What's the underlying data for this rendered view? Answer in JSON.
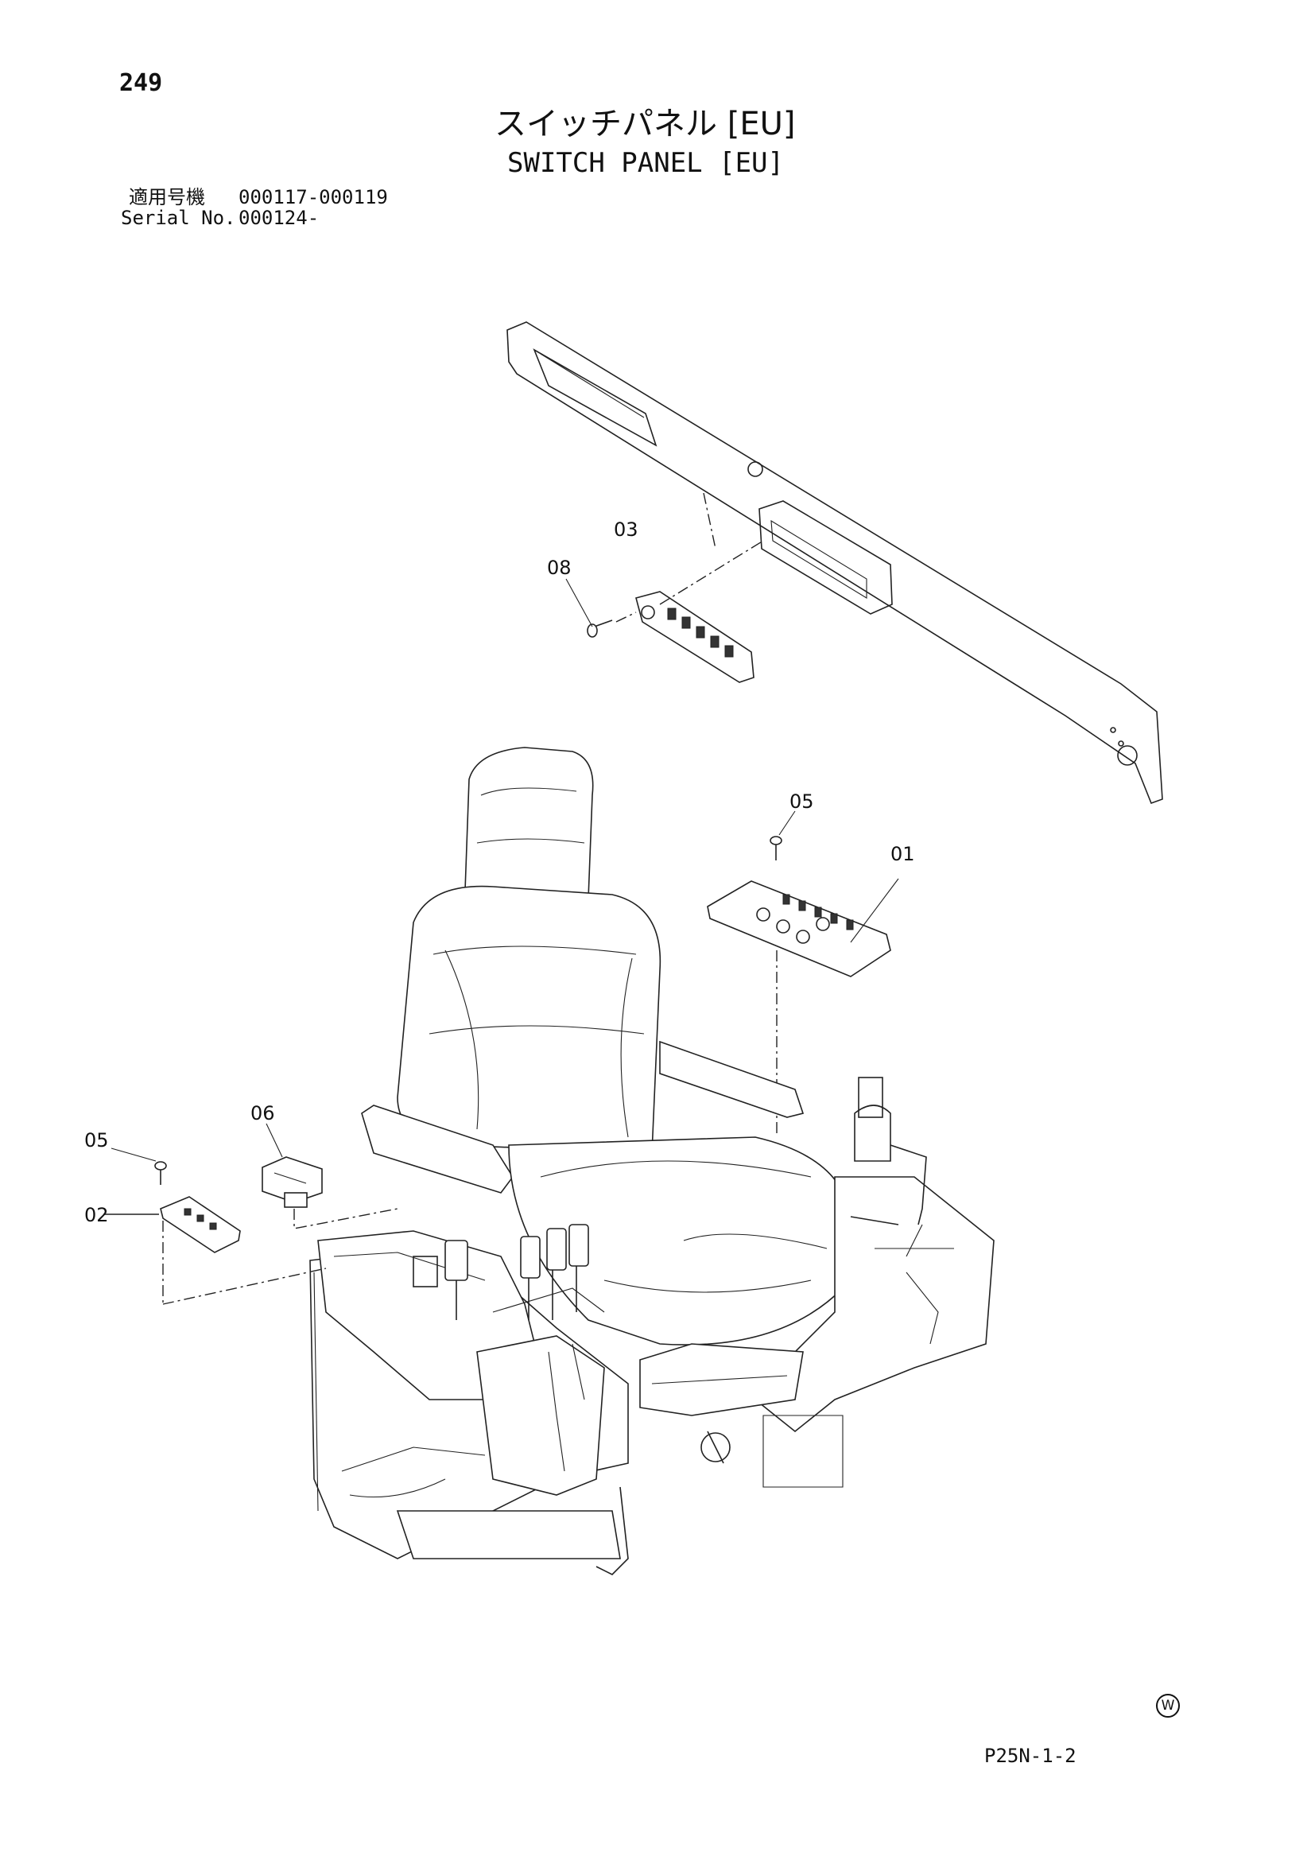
{
  "header": {
    "page_number": "249",
    "title_jp": "スイッチパネル [EU]",
    "title_en": "SWITCH PANEL [EU]",
    "applicable_label": "適用号機",
    "applicable_value": "000117-000119",
    "serial_label": "Serial No.",
    "serial_value": "000124-"
  },
  "callouts": {
    "p01": "01",
    "p02": "02",
    "p03": "03",
    "p05_right": "05",
    "p05_left": "05",
    "p06": "06",
    "p08": "08"
  },
  "footer": {
    "w_mark": "W",
    "page_code": "P25N-1-2"
  }
}
